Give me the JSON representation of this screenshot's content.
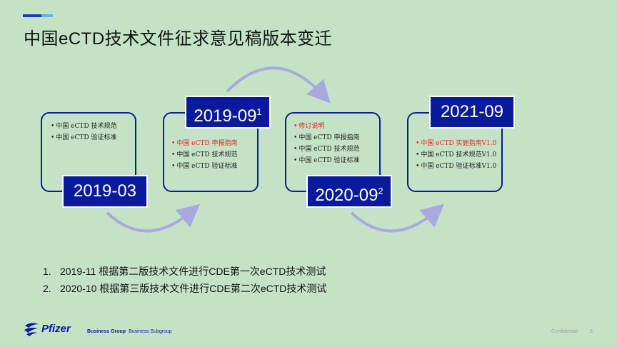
{
  "title": "中国eCTD技术文件征求意见稿版本变迁",
  "timeline": [
    {
      "date": "2019-03",
      "sup": "",
      "items": [
        {
          "text": "中国 eCTD 技术规范",
          "highlight": false
        },
        {
          "text": "中国 eCTD 验证标准",
          "highlight": false
        }
      ]
    },
    {
      "date": "2019-09",
      "sup": "1",
      "items": [
        {
          "text": "中国 eCTD 申报指南",
          "highlight": true
        },
        {
          "text": "中国 eCTD 技术规范",
          "highlight": false
        },
        {
          "text": "中国 eCTD 验证标准",
          "highlight": false
        }
      ]
    },
    {
      "date": "2020-09",
      "sup": "2",
      "items": [
        {
          "text": "修订说明",
          "highlight": true
        },
        {
          "text": "中国 eCTD 申报指南",
          "highlight": false
        },
        {
          "text": "中国 eCTD 技术规范",
          "highlight": false
        },
        {
          "text": "中国 eCTD 验证标准",
          "highlight": false
        }
      ]
    },
    {
      "date": "2021-09",
      "sup": "",
      "items": [
        {
          "text": "中国 eCTD 实施指南V1.0",
          "highlight": true
        },
        {
          "text": "中国 eCTD 技术规范V1.0",
          "highlight": false
        },
        {
          "text": "中国 eCTD 验证标准V1.0",
          "highlight": false
        }
      ]
    }
  ],
  "notes": [
    {
      "num": "1.",
      "text": "2019-11 根据第二版技术文件进行CDE第一次eCTD技术测试"
    },
    {
      "num": "2.",
      "text": "2020-10 根据第三版技术文件进行CDE第二次eCTD技术测试"
    }
  ],
  "footer": {
    "logo": "Pfizer",
    "group": "Business Group",
    "subgroup": "Business Subgroup",
    "confidential": "Confidential",
    "page": "8"
  },
  "colors": {
    "background": "#c4e3c6",
    "navy": "#0b1a9c",
    "highlight": "#e02020",
    "arrow": "#a9a9e0"
  }
}
